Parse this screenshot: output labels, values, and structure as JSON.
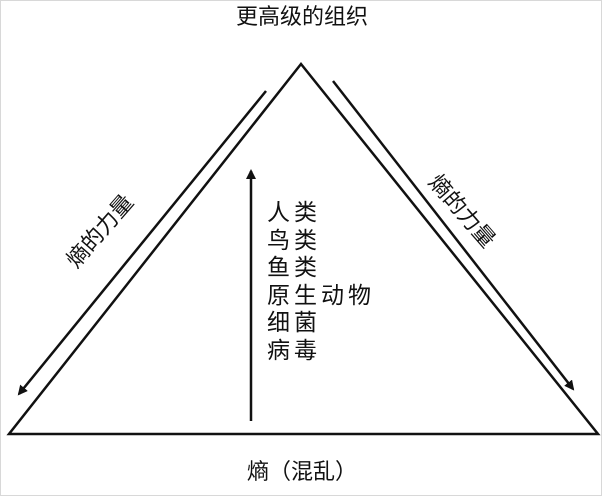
{
  "diagram": {
    "top_label": "更高级的组织",
    "bottom_label": "熵（混乱）",
    "left_arrow_label": "熵的力量",
    "right_arrow_label": "熵的力量",
    "hierarchy": [
      "人类",
      "鸟类",
      "鱼类",
      "原生动物",
      "细菌",
      "病毒"
    ],
    "colors": {
      "stroke": "#111111",
      "background": "#ffffff"
    }
  }
}
